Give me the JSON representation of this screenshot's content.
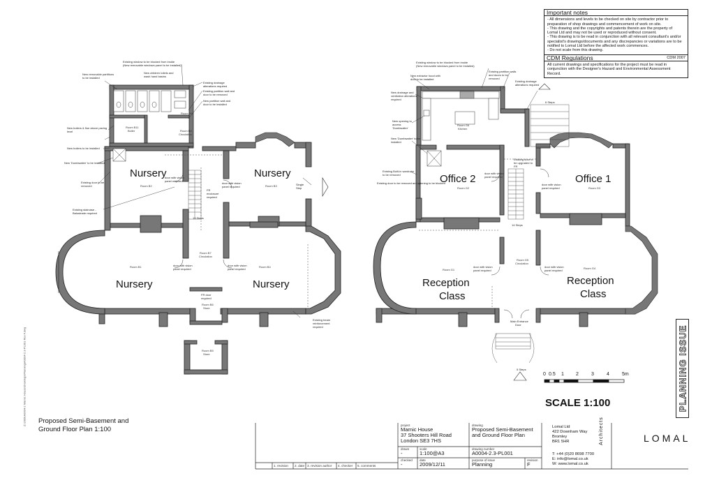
{
  "notes": {
    "title": "Important notes",
    "items": [
      "- All dimensions and levels to be checked on site by contractor prior to",
      "  preparation of shop drawings and commencement of work on site.",
      "- This drawing and the copyrights and patents therein are the property of",
      "  Lomal Ltd and may not be used or reproduced without consent.",
      "- This drawing is to be read in conjunction with all relevant consultant's and/or",
      "  specialist's drawings/documents and any discrepancies or variations are to be",
      "  notified to Lomal Ltd before the affected work commences.",
      "- Do not scale from this drawing."
    ],
    "cdm_title": "CDM Regulations",
    "cdm_ref": "CDM 2007",
    "cdm_text_1": "All current drawings and specifications for the project must be read in",
    "cdm_text_2": "conjunction with the Designer's Hazard and Environmental Assessment Record."
  },
  "left_plan": {
    "nursery_top_left": "Nursery",
    "room_b2": "Room B2",
    "nursery_top_right": "Nursery",
    "room_b3": "Room B3",
    "nursery_bottom_left": "Nursery",
    "room_b1": "Room B1",
    "nursery_bottom_right": "Nursery",
    "room_b4": "Room B4",
    "room_b7": "Room B7",
    "circulation": "Circulation",
    "room_b6": "Room B6",
    "store": "Store",
    "room_b5": "Room B5",
    "store2": "Store",
    "room_b11": "Room B11",
    "boiler": "Boiler",
    "room_b9": "Room B9",
    "room_b8": "Room B8",
    "circ2": "Circulation",
    "steps_13": "13 Steps",
    "single_step": "Single Step",
    "ann": [
      "Existing window to be blocked from inside",
      "(New removable windows panel to be installed)",
      "New children toilets and wash hand basins",
      "New removable partitions to be installed",
      "Existing drainage alterations required",
      "Existing partition wall and door to be removed",
      "New partition wall and door to be installed",
      "New boilers & flue above paving level",
      "New boilers to be installed",
      "New 'Dumbwaiter' to be installed",
      "Existing door to be removed",
      "Existing staircase - Balustrade required",
      "door with vision panel required",
      "FR enclosure required",
      "Existing beam reinforcement required",
      "FR door required",
      "door with vision panel required",
      "door with vision panel required",
      "door with vision panel required"
    ]
  },
  "right_plan": {
    "office2": "Office 2",
    "room_g2": "Room G2",
    "office1": "Office 1",
    "room_g3": "Room G3",
    "reception_left_1": "Reception",
    "reception_left_2": "Class",
    "room_g1": "Room G1",
    "reception_right_1": "Reception",
    "reception_right_2": "Class",
    "room_g4": "Room G4",
    "room_g6": "Room G6",
    "kitchen": "Kitchen",
    "room_g5": "Room G5",
    "circ": "Circulation",
    "main_entrance": "Main Entrance",
    "door": "Door",
    "steps_6": "6 Steps",
    "steps_14": "14 Steps",
    "steps_5": "5 Steps",
    "ann": [
      "Existing window to be blocked from inside",
      "(New removable windows panel to be installed)",
      "New extractor hood with duct to be installed",
      "Existing partition walls and doors to be removed",
      "Existing drainage alterations required",
      "New drainage and ventilation alterations required",
      "New opening to access 'Dumbwaiter'",
      "New 'Dumbwaiter' to be installed",
      "Existing Built-in wardrobe to be removed",
      "Existing door to be removed and opening to be blocked",
      "door with vision panel required",
      "door with vision panel required",
      "door with vision panel required",
      "Existing door to be upgraded to FR",
      "door with vision panel required"
    ]
  },
  "scale": {
    "ticks": [
      "0",
      "0.5",
      "1",
      "2",
      "3",
      "4",
      "5m"
    ],
    "label": "SCALE 1:100"
  },
  "planning_issue": "PLANNING ISSUE",
  "title_block": {
    "drawing_title_1": "Proposed Semi-Basement and",
    "drawing_title_2": "Ground Floor Plan 1:100",
    "k_project": "project",
    "project_1": "Marnic House",
    "project_2": "37 Shooters Hill Road",
    "project_3": "London SE3 7HS",
    "k_drawn": "drawn",
    "drawn": "-",
    "k_scale": "scale",
    "scale": "1:100@A3",
    "k_checked": "checked",
    "checked": "-",
    "k_date": "date",
    "date": "2009/12/11",
    "k_drawing": "drawing",
    "drawing_1": "Proposed Semi-Basement",
    "drawing_2": "and Ground Floor Plan",
    "k_number": "drawing number",
    "number": "A0004-2.3-PL001",
    "k_purpose": "purpose of issue",
    "purpose": "Planning",
    "k_revision": "revision",
    "revision": "F",
    "company": [
      "Lomal Ltd",
      "422 Downham Way",
      "Bromley",
      "BR1 5HR"
    ],
    "contact": [
      "T:  +44 (0)20 8698 7700",
      "E:  info@lomal.co.uk",
      "W:  www.lomal.co.uk"
    ],
    "architects": "Architects",
    "logo": "LOMAL",
    "rev_cols": [
      "1. revision",
      "2. date",
      "3. revision author",
      "4. checker",
      "5. comments"
    ]
  },
  "side_note": "Z:\\2009\\A0004-2 Marnic House\\Drawings\\Planning\\A0004-2.3-PL001 Rev F.dwg"
}
